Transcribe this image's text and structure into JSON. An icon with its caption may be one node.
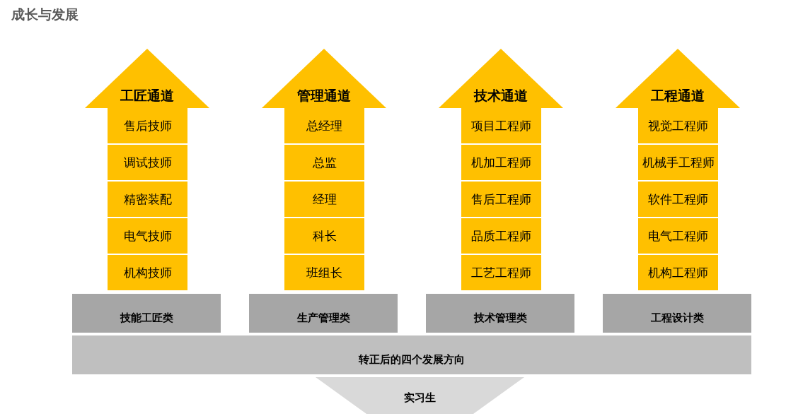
{
  "diagram": {
    "title": "成长与发展",
    "nodes": [
      {
        "text": [
          "工匠通道"
        ]
      },
      {
        "text": [
          "售后技师"
        ]
      },
      {
        "text": [
          "调试技师"
        ]
      },
      {
        "text": [
          "精密装配"
        ]
      },
      {
        "text": [
          "电气技师"
        ]
      },
      {
        "text": [
          "机构技师"
        ]
      },
      {
        "text": [
          "技能工匠类"
        ]
      },
      {
        "text": [
          "管理通道"
        ]
      },
      {
        "text": [
          "总经理"
        ]
      },
      {
        "text": [
          "总监"
        ]
      },
      {
        "text": [
          "经理"
        ]
      },
      {
        "text": [
          "科长"
        ]
      },
      {
        "text": [
          "班组长"
        ]
      },
      {
        "text": [
          "生产管理类"
        ]
      },
      {
        "text": [
          "技术通道"
        ]
      },
      {
        "text": [
          "项目工程师"
        ]
      },
      {
        "text": [
          "机加工程师"
        ]
      },
      {
        "text": [
          "售后工程师"
        ]
      },
      {
        "text": [
          "品质工程师"
        ]
      },
      {
        "text": [
          "工艺工程师"
        ]
      },
      {
        "text": [
          "技术管理类"
        ]
      },
      {
        "text": [
          "工程通道"
        ]
      },
      {
        "text": [
          "视觉工程师"
        ]
      },
      {
        "text": [
          "机械手工程师"
        ]
      },
      {
        "text": [
          "软件工程师"
        ]
      },
      {
        "text": [
          "电气工程师"
        ]
      },
      {
        "text": [
          "机构工程师"
        ]
      },
      {
        "text": [
          "工程设计类"
        ]
      },
      {
        "text": [
          "转正后的四个发展方向"
        ]
      },
      {
        "text": [
          "实习生"
        ]
      }
    ]
  }
}
